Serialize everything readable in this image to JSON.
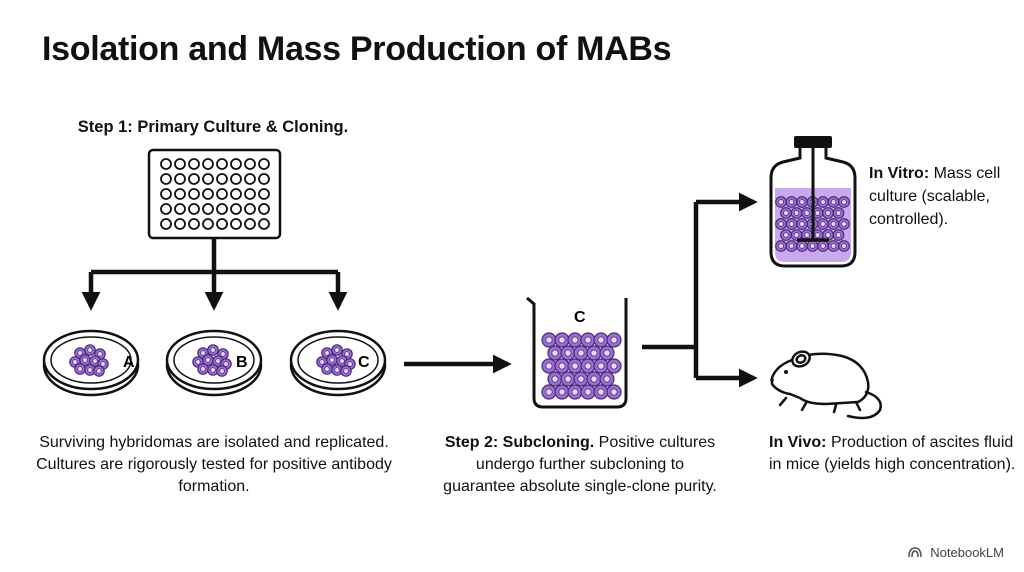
{
  "title": "Isolation and Mass Production of MABs",
  "step1": {
    "heading": "Step 1: Primary Culture & Cloning.",
    "dishes": [
      {
        "label": "A"
      },
      {
        "label": "B"
      },
      {
        "label": "C"
      }
    ],
    "caption": "Surviving hybridomas are isolated and replicated. Cultures are rigorously tested for positive antibody formation."
  },
  "step2": {
    "beaker_label": "C",
    "caption_bold": "Step 2: Subcloning.",
    "caption_rest": " Positive cultures undergo further subcloning to guarantee absolute single-clone purity."
  },
  "in_vitro": {
    "bold": "In Vitro:",
    "rest": " Mass cell culture (scalable, controlled)."
  },
  "in_vivo": {
    "bold": "In Vivo:",
    "rest": " Production of ascites fluid in mice (yields high concentration)."
  },
  "watermark": "NotebookLM",
  "colors": {
    "cell_fill": "#9b6fd0",
    "cell_stroke": "#4a2a7a",
    "medium": "#c9a9ee"
  },
  "icons": [
    "well-plate-icon",
    "petri-dish-icon",
    "beaker-icon",
    "bioreactor-icon",
    "mouse-icon",
    "notebooklm-logo-icon"
  ]
}
